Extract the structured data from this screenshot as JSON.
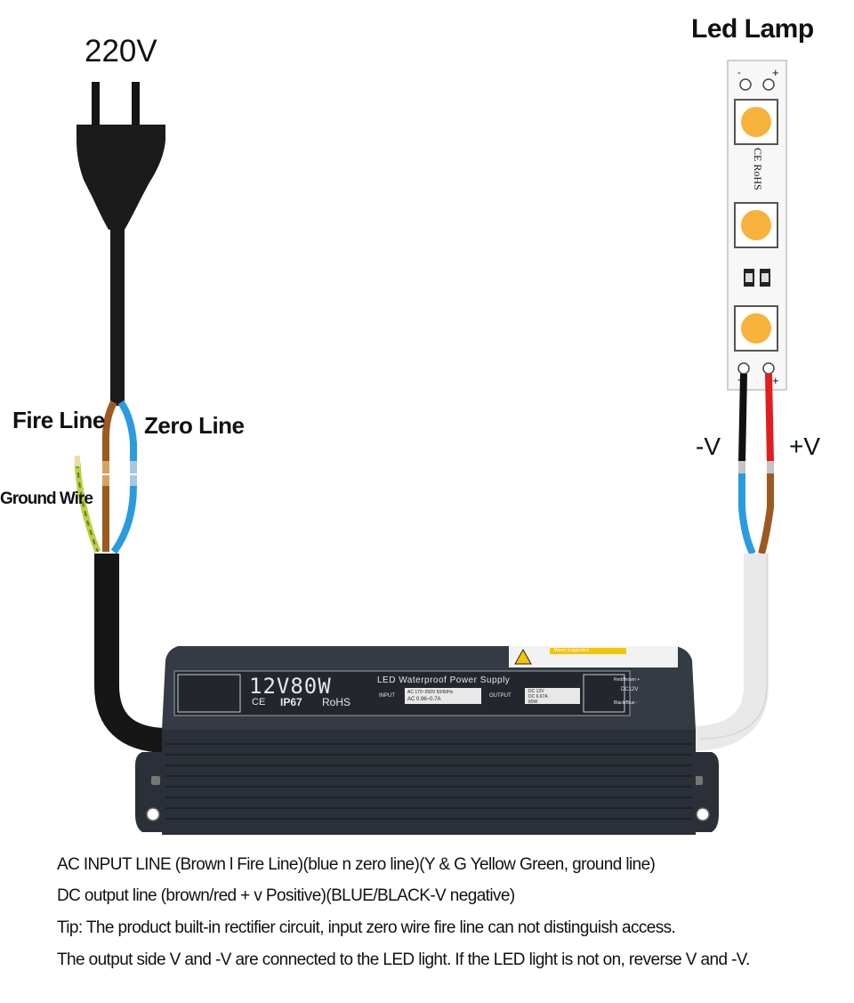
{
  "labels": {
    "voltage": "220V",
    "lamp_title": "Led Lamp",
    "fire_line": "Fire Line",
    "zero_line": "Zero Line",
    "ground_wire": "Ground Wire",
    "neg": "-V",
    "pos": "+V"
  },
  "strip": {
    "minus": "-",
    "plus": "+",
    "marking": "CE RoHS"
  },
  "device": {
    "model": "12V80W",
    "title": "LED Waterproof Power Supply",
    "ip": "IP67",
    "rohs": "RoHS",
    "ce": "CE",
    "input_label": "INPUT",
    "input_spec": "AC 170~250V 50/60Hz",
    "input_current": "AC 0.96~0.7A",
    "output_label": "OUTPUT",
    "output_voltage": "DC 12V",
    "output_current": "DC 6.67A",
    "output_power": "80W",
    "dc_label": "DC12V",
    "red_brown": "Red/Brown +",
    "black_blue": "Black/Blue -",
    "warning_title": "Warm Suggestion"
  },
  "notes": [
    "AC INPUT LINE (Brown l Fire Line)(blue n zero line)(Y & G Yellow Green, ground line)",
    "DC output line (brown/red + v Positive)(BLUE/BLACK-V negative)",
    "Tip: The product built-in rectifier circuit, input zero wire fire line can not distinguish access.",
    "The output side V and -V are connected to the LED light. If the LED light is not on, reverse V and -V."
  ],
  "colors": {
    "brown": "#9b5a1f",
    "blue": "#2b9be0",
    "red": "#e11d1d",
    "yellow_green": "#b9c73a",
    "cable_black": "#111111",
    "cable_white": "#e9e9e9",
    "housing": "#2b3038",
    "led": "#f6b23a"
  }
}
